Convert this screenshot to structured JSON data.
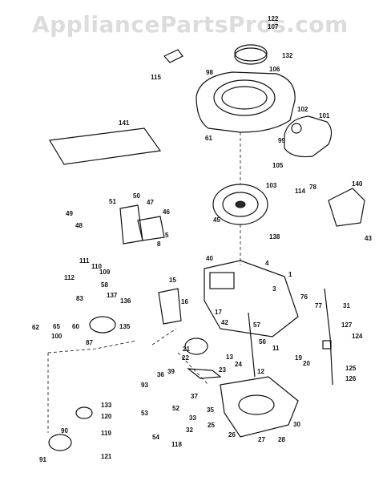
{
  "watermark": "AppliancePartsPros.com",
  "accent_color": "#111111",
  "labels": [
    "122",
    "107",
    "132",
    "115",
    "98",
    "106",
    "102",
    "101",
    "141",
    "61",
    "99",
    "105",
    "103",
    "114",
    "78",
    "140",
    "43",
    "51",
    "50",
    "47",
    "46",
    "49",
    "48",
    "45",
    "138",
    "5",
    "8",
    "40",
    "111",
    "110",
    "109",
    "112",
    "58",
    "15",
    "76",
    "77",
    "31",
    "137",
    "136",
    "135",
    "83",
    "62",
    "65",
    "60",
    "100",
    "87",
    "127",
    "124",
    "17",
    "42",
    "57",
    "56",
    "11",
    "13",
    "21",
    "22",
    "23",
    "24",
    "12",
    "19",
    "20",
    "36",
    "39",
    "93",
    "52",
    "133",
    "53",
    "54",
    "120",
    "90",
    "119",
    "91",
    "121",
    "118",
    "26",
    "27",
    "28",
    "30",
    "35",
    "37",
    "25",
    "125",
    "126",
    "4",
    "16",
    "33",
    "32",
    "3",
    "1"
  ]
}
